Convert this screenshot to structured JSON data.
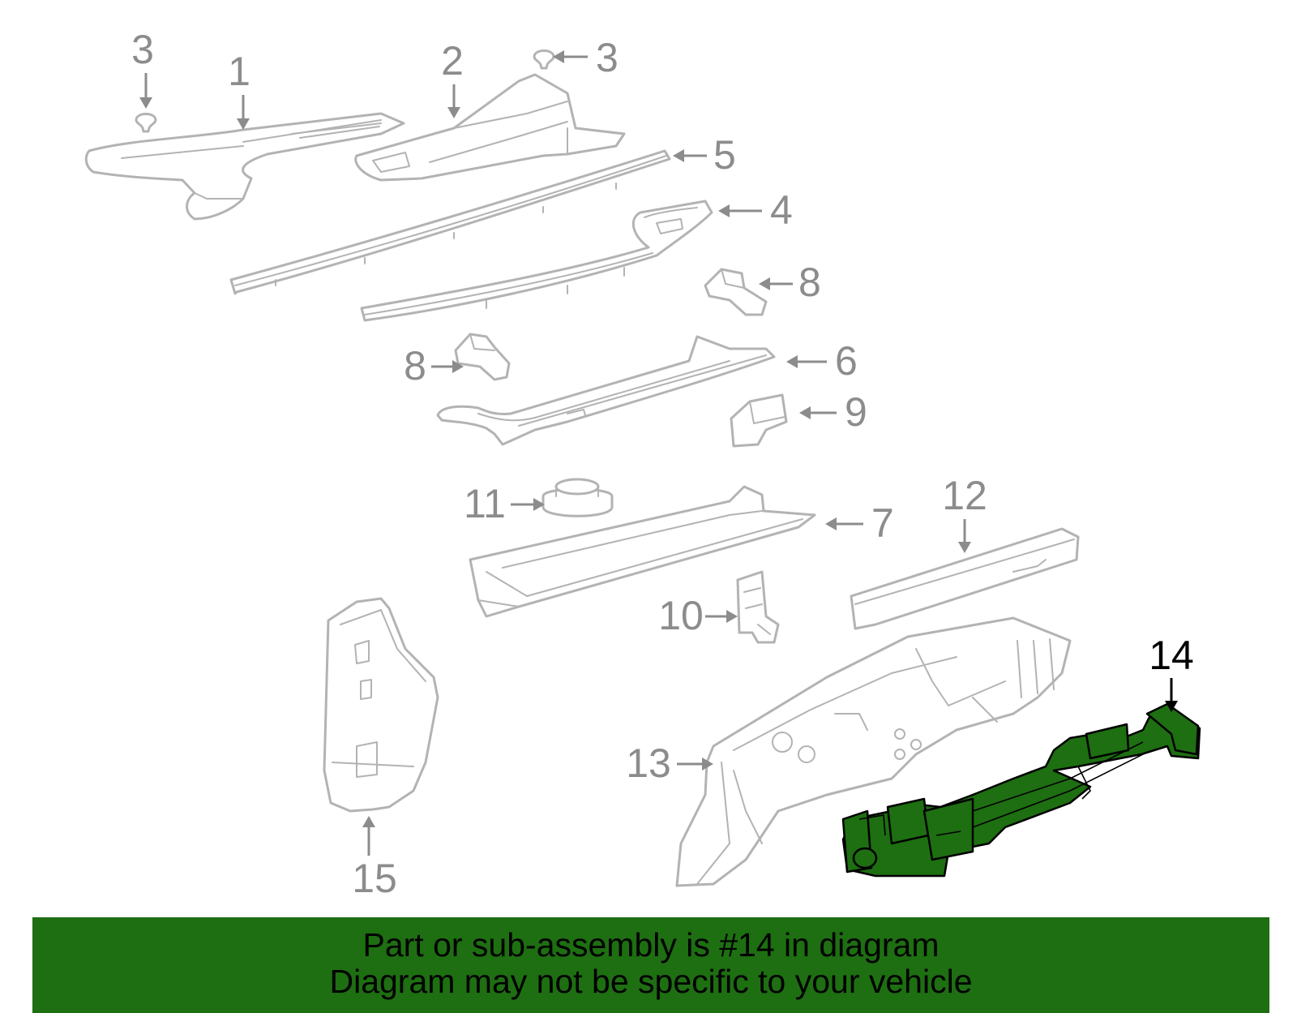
{
  "callouts": {
    "c1": "1",
    "c2": "2",
    "c3a": "3",
    "c3b": "3",
    "c4": "4",
    "c5": "5",
    "c6": "6",
    "c7": "7",
    "c8a": "8",
    "c8b": "8",
    "c9": "9",
    "c10": "10",
    "c11": "11",
    "c12": "12",
    "c13": "13",
    "c14": "14",
    "c15": "15"
  },
  "highlighted_part": "14",
  "banner": {
    "line1": "Part or sub-assembly is #14 in diagram",
    "line2": "Diagram may not be specific to your vehicle"
  },
  "colors": {
    "highlight": "#1e6e12",
    "part_outline": "#b3b3b3",
    "callout_text": "#8c8c8c"
  }
}
